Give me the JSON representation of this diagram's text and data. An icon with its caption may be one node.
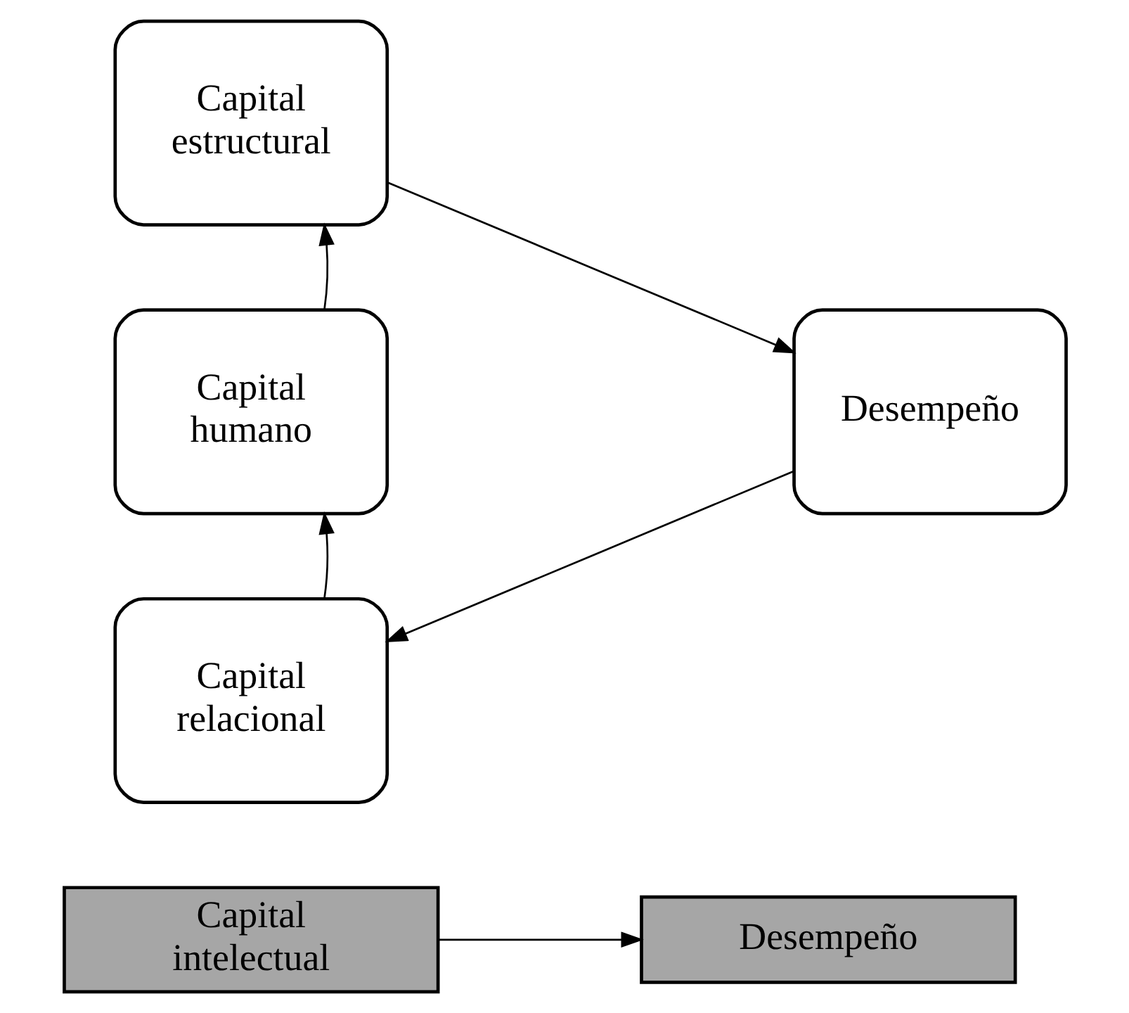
{
  "diagram": {
    "nodes": [
      {
        "text": [
          "Capital estructural"
        ]
      },
      {
        "text": [
          "Desempeño"
        ]
      },
      {
        "text": [
          "Capital relacional"
        ]
      },
      {
        "text": [
          "Capital humano"
        ]
      },
      {
        "text": [
          "Capital intelectual"
        ]
      },
      {
        "text": [
          "Desempeño"
        ]
      }
    ],
    "edges": [
      {
        "from": 0,
        "to": 1,
        "arrow": "to"
      },
      {
        "from": 1,
        "to": 2,
        "arrow": "to"
      },
      {
        "from": 2,
        "to": 3,
        "arrow": "to"
      },
      {
        "from": 3,
        "to": 0,
        "arrow": "to"
      },
      {
        "from": 4,
        "to": 5,
        "arrow": "to"
      }
    ]
  }
}
